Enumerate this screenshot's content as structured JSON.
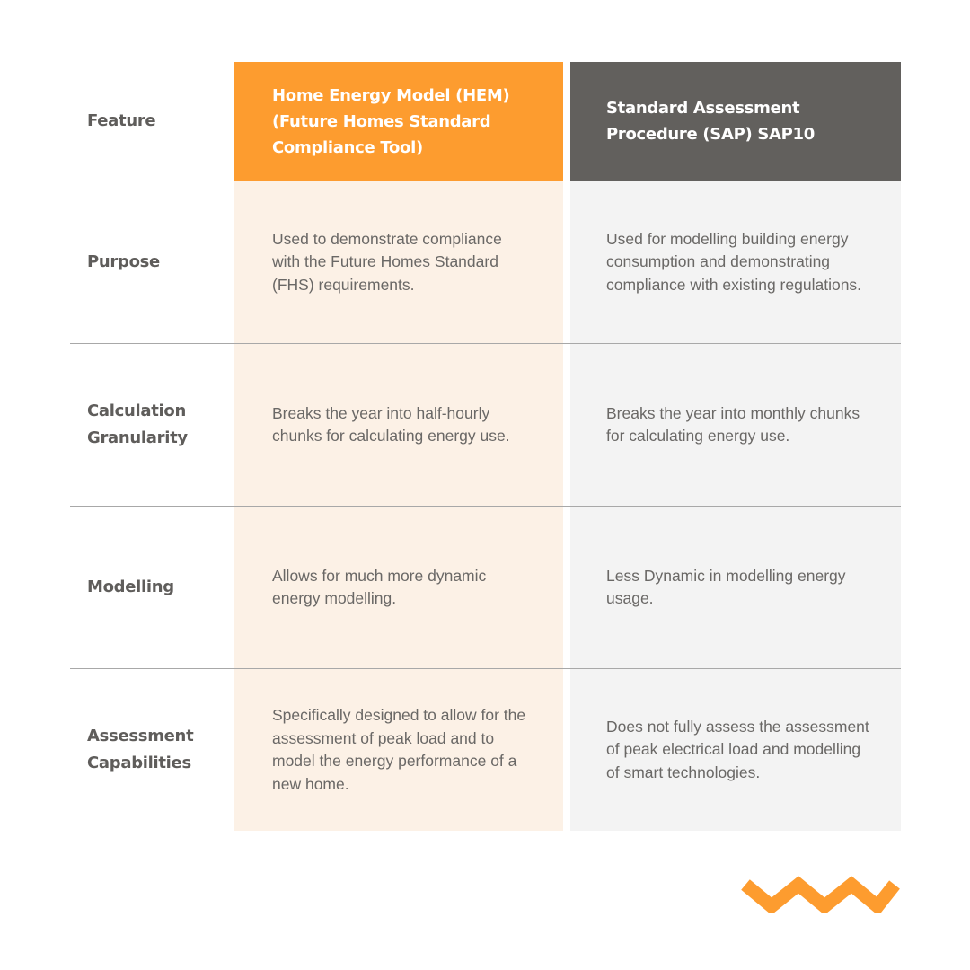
{
  "table": {
    "header": {
      "feature": "Feature",
      "hem": "Home Energy Model (HEM) (Future Homes Standard Compliance Tool)",
      "sap": "Standard Assessment Procedure (SAP) SAP10"
    },
    "rows": [
      {
        "feature": "Purpose",
        "hem": "Used to demonstrate compliance with the Future Homes Standard (FHS) requirements.",
        "sap": "Used for modelling building energy consumption and demonstrating compliance with existing regulations."
      },
      {
        "feature": "Calculation Granularity",
        "hem": "Breaks the year into half-hourly chunks for calculating energy use.",
        "sap": "Breaks the year into monthly chunks for calculating energy use."
      },
      {
        "feature": "Modelling",
        "hem": "Allows for much more dynamic energy modelling.",
        "sap": "Less Dynamic in modelling energy usage."
      },
      {
        "feature": "Assessment Capabilities",
        "hem": "Specifically designed to allow for the assessment of peak load and to model the energy performance of a new home.",
        "sap": "Does not fully assess the assessment of peak electrical load and modelling of smart technologies."
      }
    ]
  },
  "colors": {
    "hem_header": "#fd9c2f",
    "sap_header": "#62605d",
    "hem_body": "#fcf1e6",
    "sap_body": "#f3f3f3",
    "accent": "#fd9c2f"
  },
  "decor": {
    "icon": "zigzag-logo-icon"
  }
}
